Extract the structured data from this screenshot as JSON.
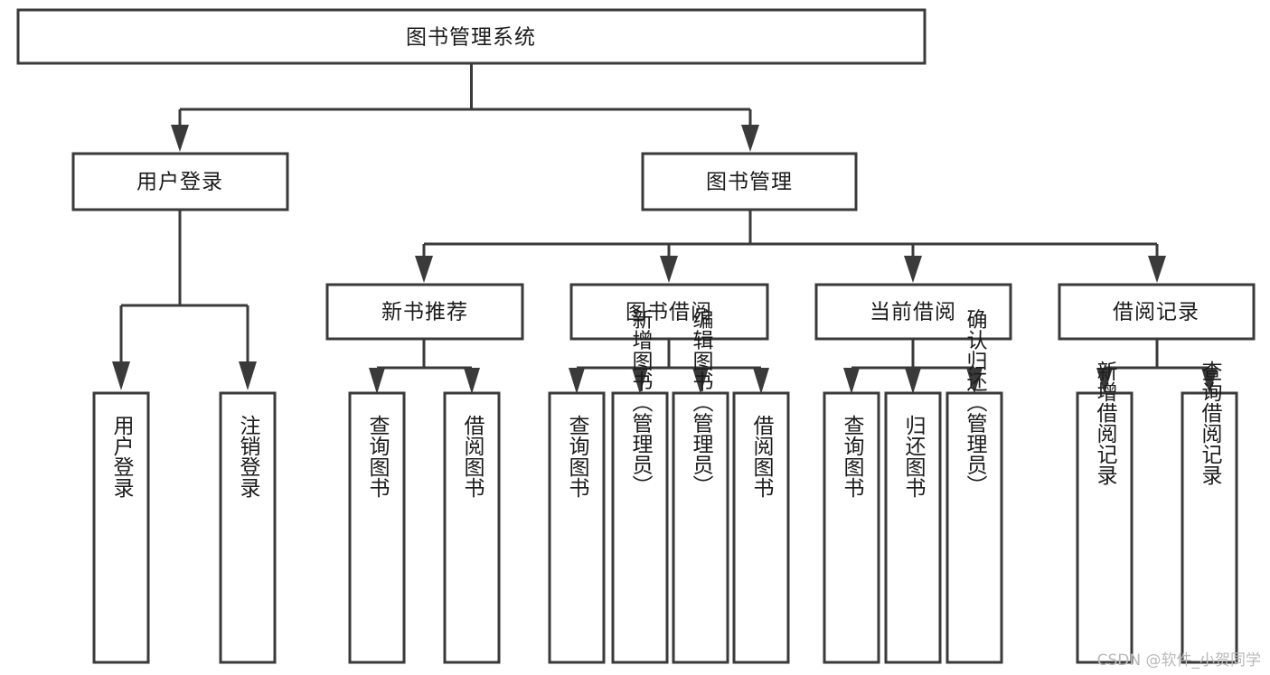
{
  "diagram": {
    "kind": "tree-hierarchy",
    "title": "图书管理系统",
    "watermark": "CSDN @软件_小贺同学",
    "colors": {
      "stroke": "#3a3a3a",
      "fill": "#ffffff",
      "text": "#1b1b1b",
      "watermark": "#b9b9b9",
      "background": "#ffffff"
    },
    "root": {
      "id": "root",
      "label": "图书管理系统"
    },
    "level2": [
      {
        "id": "user-login",
        "label": "用户登录"
      },
      {
        "id": "book-manage",
        "label": "图书管理"
      }
    ],
    "level3": [
      {
        "id": "new-book-recommend",
        "label": "新书推荐",
        "parent": "book-manage"
      },
      {
        "id": "book-borrow",
        "label": "图书借阅",
        "parent": "book-manage"
      },
      {
        "id": "current-borrow",
        "label": "当前借阅",
        "parent": "book-manage"
      },
      {
        "id": "borrow-record",
        "label": "借阅记录",
        "parent": "book-manage"
      }
    ],
    "leaves": {
      "user-login": [
        {
          "id": "leaf-user-login",
          "label": "用户登录"
        },
        {
          "id": "leaf-user-logout",
          "label": "注销登录"
        }
      ],
      "new-book-recommend": [
        {
          "id": "leaf-query-book-1",
          "label": "查询图书"
        },
        {
          "id": "leaf-borrow-book-1",
          "label": "借阅图书"
        }
      ],
      "book-borrow": [
        {
          "id": "leaf-query-book-2",
          "label": "查询图书"
        },
        {
          "id": "leaf-add-book",
          "label": "新增图书（管理员）"
        },
        {
          "id": "leaf-edit-book",
          "label": "编辑图书（管理员）"
        },
        {
          "id": "leaf-borrow-book-2",
          "label": "借阅图书"
        }
      ],
      "current-borrow": [
        {
          "id": "leaf-query-book-3",
          "label": "查询图书"
        },
        {
          "id": "leaf-return-book",
          "label": "归还图书"
        },
        {
          "id": "leaf-confirm-return",
          "label": "确认归还（管理员）"
        }
      ],
      "borrow-record": [
        {
          "id": "leaf-add-record",
          "label": "新增借阅记录"
        },
        {
          "id": "leaf-query-record",
          "label": "查询借阅记录"
        }
      ]
    }
  }
}
